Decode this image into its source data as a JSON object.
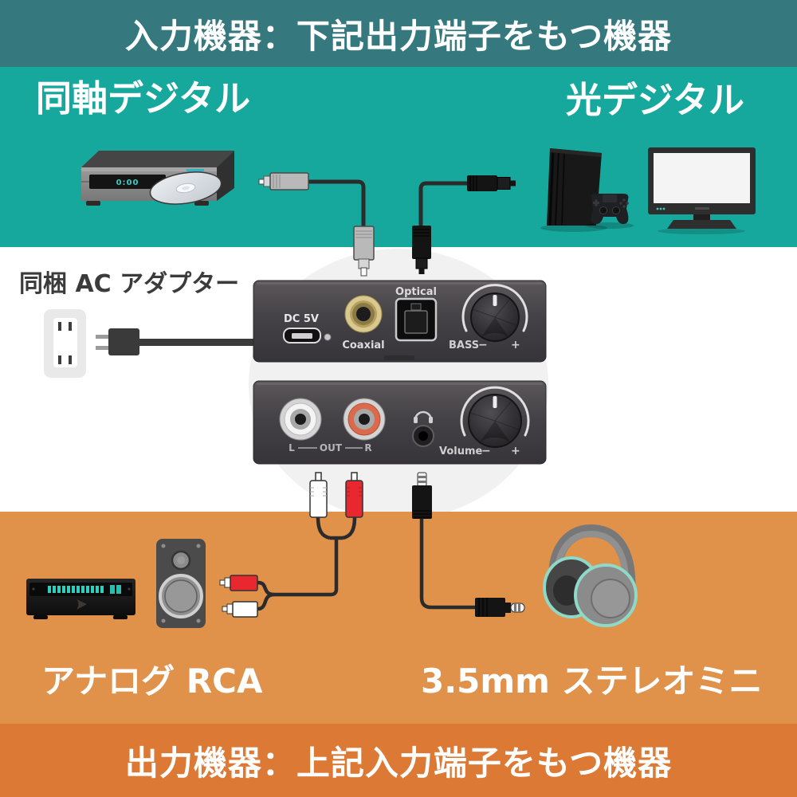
{
  "colors": {
    "teal_banner": "#35797E",
    "teal_bg": "#17A89D",
    "white_bg": "#FFFFFF",
    "backdrop_circle": "#F1F1F1",
    "orange_bg": "#E0914A",
    "orange_banner": "#DC7A35",
    "cable_black": "#2B2B2B",
    "plug_red": "#E8282E",
    "mint_accent": "#8FD9C8",
    "gold_jack": "#D9C98E"
  },
  "banners": {
    "top": "入力機器：下記出力端子をもつ機器",
    "bottom": "出力機器：上記入力端子をもつ機器"
  },
  "labels": {
    "coaxial_digital": "同軸デジタル",
    "optical_digital": "光デジタル",
    "ac_adapter": "同梱 AC アダプター",
    "analog_rca": "アナログ RCA",
    "stereo_mini": "3.5mm ステレオミニ"
  },
  "converter": {
    "back_panel": {
      "power_label": "DC 5V",
      "coaxial_label": "Coaxial",
      "optical_label": "Optical",
      "bass_label": "BASS",
      "bass_minus": "−",
      "bass_plus": "+"
    },
    "front_panel": {
      "channel_left": "L",
      "out_label": "OUT",
      "channel_right": "R",
      "volume_label": "Volume",
      "volume_minus": "−",
      "volume_plus": "+"
    }
  },
  "devices": {
    "dvd_player_display": "0:00"
  }
}
